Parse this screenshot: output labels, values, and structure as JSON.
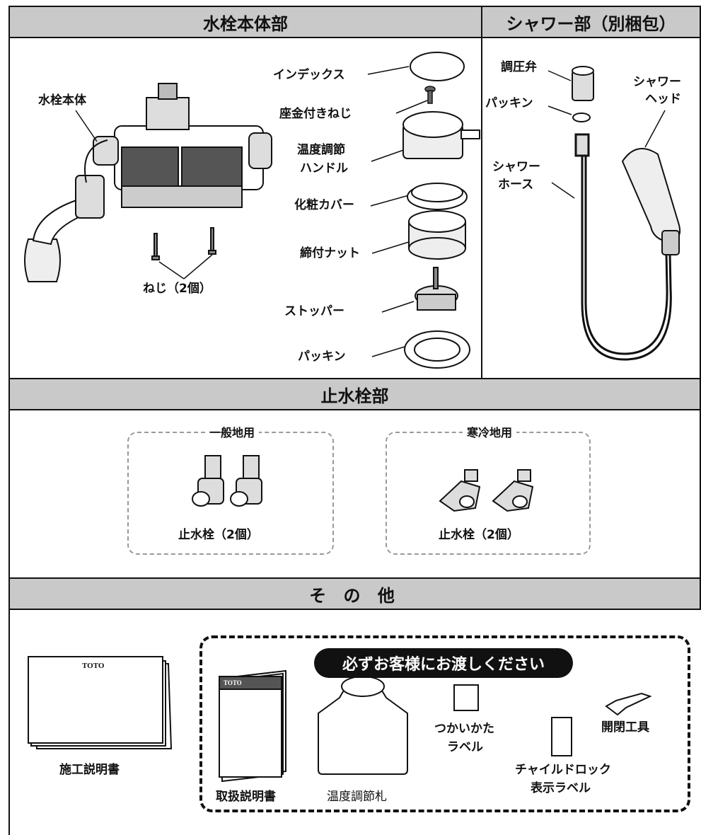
{
  "sections": {
    "body_header": "水栓本体部",
    "shower_header": "シャワー部（別梱包）",
    "stop_header": "止水栓部",
    "other_header": "そ の 他"
  },
  "body_parts": {
    "faucet_body": "水栓本体",
    "index": "インデックス",
    "washer_screw": "座金付きねじ",
    "temp_handle_1": "温度調節",
    "temp_handle_2": "ハンドル",
    "cosmetic_cover": "化粧カバー",
    "tightening_nut": "締付ナット",
    "stopper": "ストッパー",
    "packing": "パッキン",
    "screws": "ねじ（2個）"
  },
  "shower_parts": {
    "pressure_valve": "調圧弁",
    "packing": "パッキン",
    "head_1": "シャワー",
    "head_2": "ヘッド",
    "hose_1": "シャワー",
    "hose_2": "ホース"
  },
  "stop_valves": {
    "general_title": "一般地用",
    "general_label": "止水栓（2個）",
    "cold_title": "寒冷地用",
    "cold_label": "止水栓（2個）"
  },
  "other": {
    "install_manual": "施工説明書",
    "brand": "TOTO",
    "deliver_banner": "必ずお客様にお渡しください",
    "user_manual": "取扱説明書",
    "temp_tag": "温度調節札",
    "usage_label_1": "つかいかた",
    "usage_label_2": "ラベル",
    "child_lock_1": "チャイルドロック",
    "child_lock_2": "表示ラベル",
    "open_close_tool": "開閉工具"
  }
}
